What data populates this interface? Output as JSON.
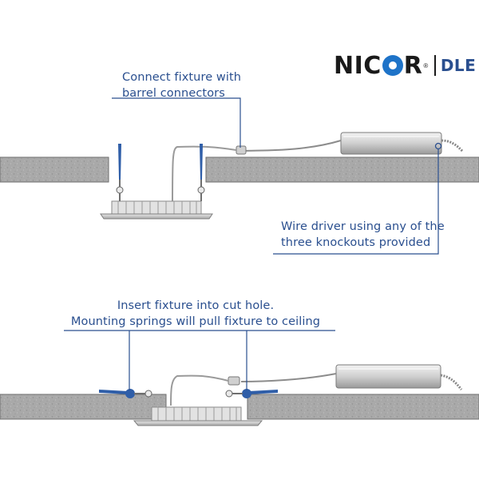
{
  "brand": {
    "name_part1": "NIC",
    "name_part2": "R",
    "registered": "®",
    "subbrand": "DLE"
  },
  "callouts": {
    "connect": [
      "Connect fixture with",
      "barrel connectors"
    ],
    "driver": [
      "Wire driver using any of the",
      "three knockouts provided"
    ],
    "insert": [
      "Insert fixture into cut hole.",
      "Mounting springs will pull fixture to ceiling"
    ]
  },
  "colors": {
    "callout_text": "#2a4f8f",
    "leader_line": "#2a4f8f",
    "ceiling": "#a7a7a7",
    "ceiling_edge": "#6e6e6e",
    "spring_blue": "#2f5ea8",
    "brand_blue": "#1e73c8"
  }
}
